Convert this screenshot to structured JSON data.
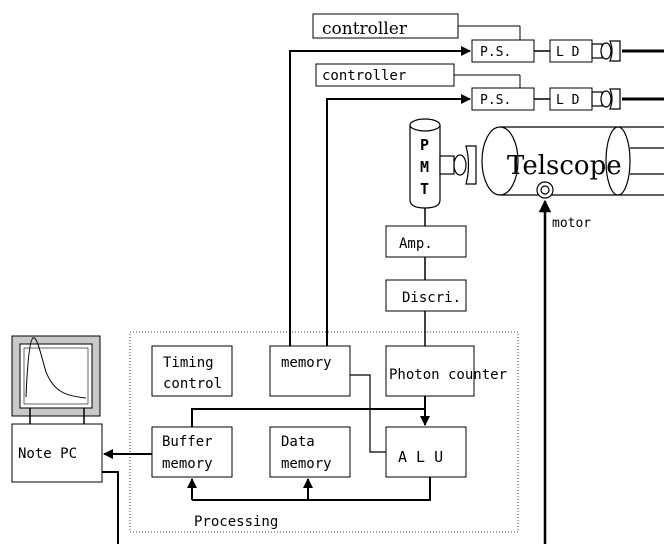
{
  "labels": {
    "controller_top": "controller",
    "controller_mid": "controller",
    "ps_top": "P.S.",
    "ps_mid": "P.S.",
    "ld_top": "L D",
    "ld_mid": "L D",
    "pmt_p": "P",
    "pmt_m": "M",
    "pmt_t": "T",
    "telescope": "Telscope",
    "motor": "motor",
    "amp": "Amp.",
    "discri": "Discri.",
    "timing_line1": "Timing",
    "timing_line2": "control",
    "memory": "memory",
    "photon_counter": "Photon counter",
    "buffer_line1": "Buffer",
    "buffer_line2": "memory",
    "data_line1": "Data",
    "data_line2": "memory",
    "alu": "A L U",
    "note_pc": "Note PC",
    "processing": "Processing"
  }
}
